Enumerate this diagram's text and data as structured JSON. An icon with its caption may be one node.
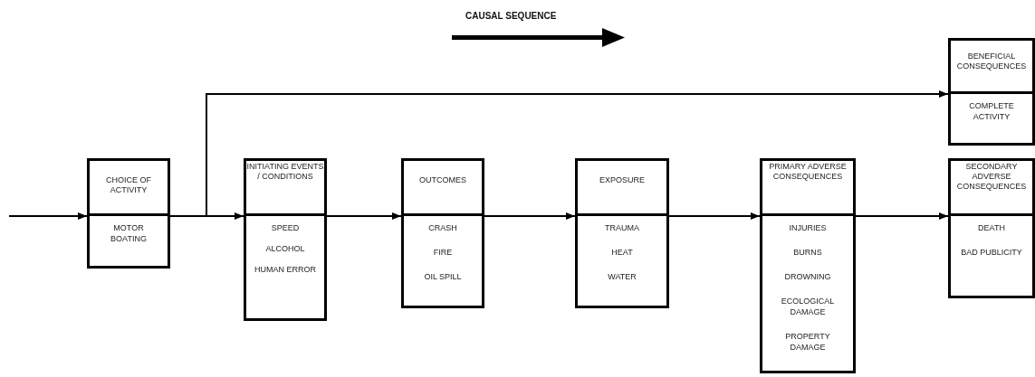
{
  "diagram": {
    "nodes": [
      {
        "text": [
          "CHOICE OF ACTIVITY",
          "MOTOR BOATING"
        ]
      },
      {
        "text": [
          "INITIATING EVENTS / CONDITIONS",
          "SPEED",
          "ALCOHOL",
          "HUMAN ERROR"
        ]
      },
      {
        "text": [
          "OUTCOMES",
          "CRASH",
          "FIRE",
          "OIL SPILL"
        ]
      },
      {
        "text": [
          "EXPOSURE",
          "TRAUMA",
          "HEAT",
          "WATER"
        ]
      },
      {
        "text": [
          "PRIMARY ADVERSE CONSEQUENCES",
          "INJURIES",
          "BURNS",
          "DROWNING",
          "ECOLOGICAL DAMAGE",
          "PROPERTY DAMAGE"
        ]
      },
      {
        "text": [
          "BENEFICIAL CONSEQUENCES",
          "COMPLETE ACTIVITY"
        ]
      },
      {
        "text": [
          "SECONDARY ADVERSE CONSEQUENCES",
          "DEATH",
          "BAD PUBLICITY"
        ]
      }
    ],
    "edges": [
      {
        "from": null,
        "to": 0,
        "arrow": "to"
      },
      {
        "from": 0,
        "to": 1,
        "arrow": "to"
      },
      {
        "from": 0,
        "to": 5,
        "arrow": "to"
      },
      {
        "from": 1,
        "to": 2,
        "arrow": "to"
      },
      {
        "from": 2,
        "to": 3,
        "arrow": "to"
      },
      {
        "from": 3,
        "to": 4,
        "arrow": "to"
      },
      {
        "from": 4,
        "to": 6,
        "arrow": "to"
      }
    ],
    "labels": [
      "CAUSAL SEQUENCE"
    ]
  }
}
